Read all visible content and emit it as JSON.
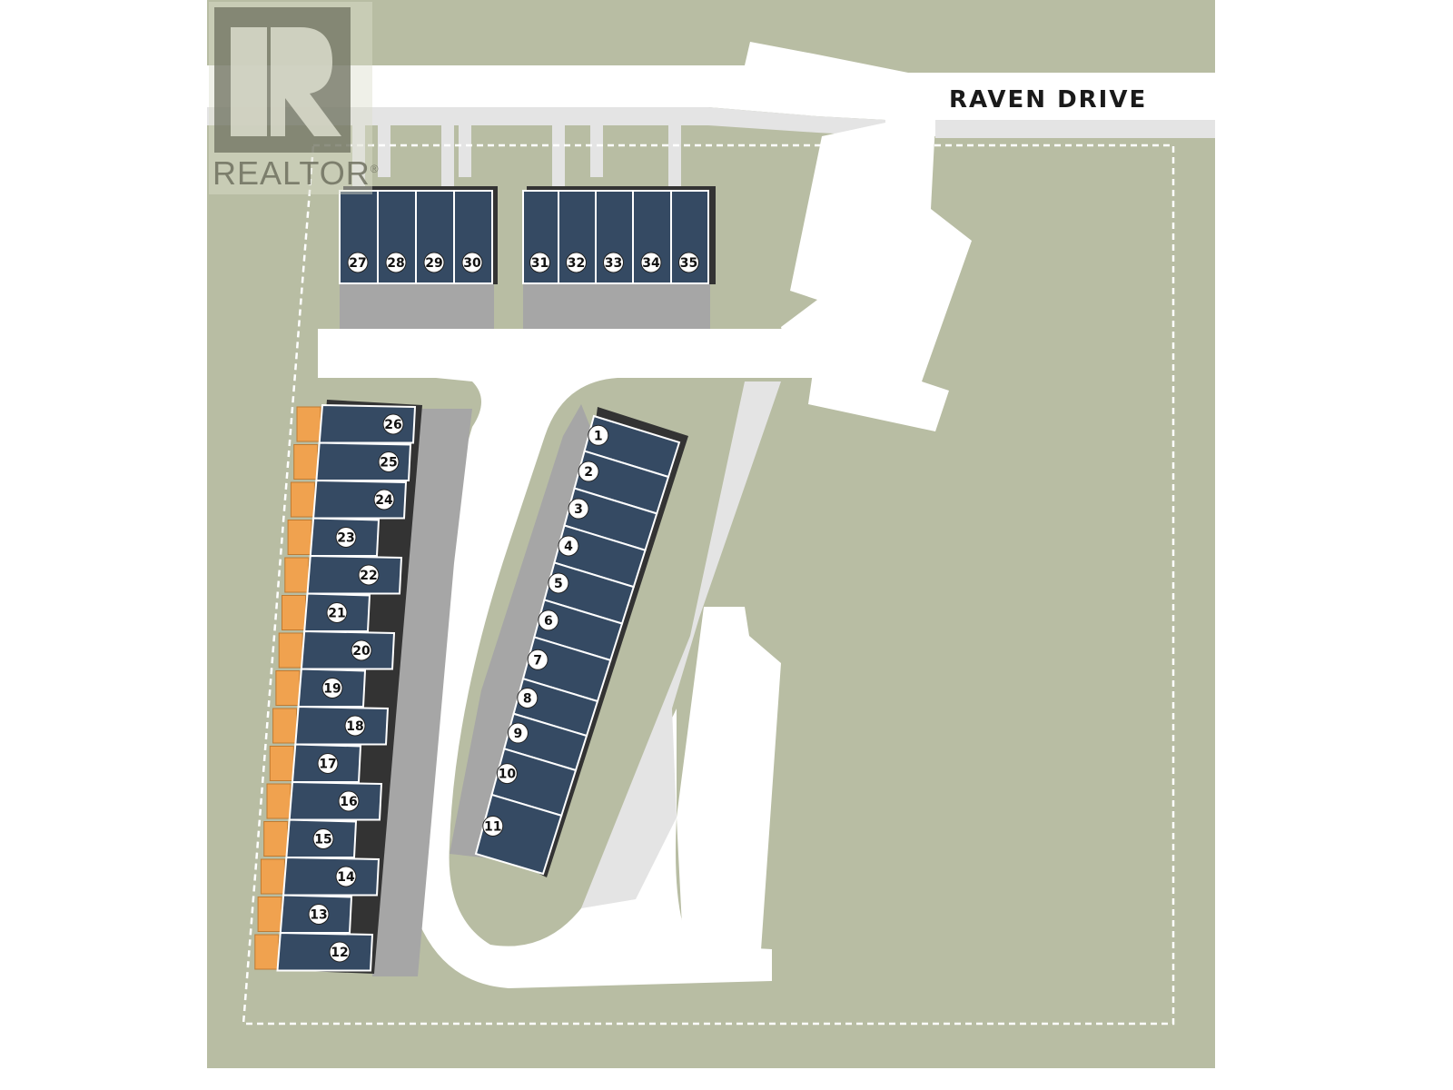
{
  "road_name": "RAVEN DRIVE",
  "logo": {
    "text": "REALTOR",
    "mark": "R",
    "registered": "®"
  },
  "colors": {
    "land": "#b8bda3",
    "road": "#ffffff",
    "walkway": "#e6e6e6",
    "parking": "#a6a6a6",
    "unit": "#354a63",
    "unit_border": "#ffffff",
    "shadow": "#333333",
    "yard": "#f0a24f",
    "boundary": "#ffffff"
  },
  "top_units": [
    "27",
    "28",
    "29",
    "30",
    "31",
    "32",
    "33",
    "34",
    "35"
  ],
  "left_units": [
    "26",
    "25",
    "24",
    "23",
    "22",
    "21",
    "20",
    "19",
    "18",
    "17",
    "16",
    "15",
    "14",
    "13",
    "12"
  ],
  "right_units": [
    "1",
    "2",
    "3",
    "4",
    "5",
    "6",
    "7",
    "8",
    "9",
    "10",
    "11"
  ]
}
